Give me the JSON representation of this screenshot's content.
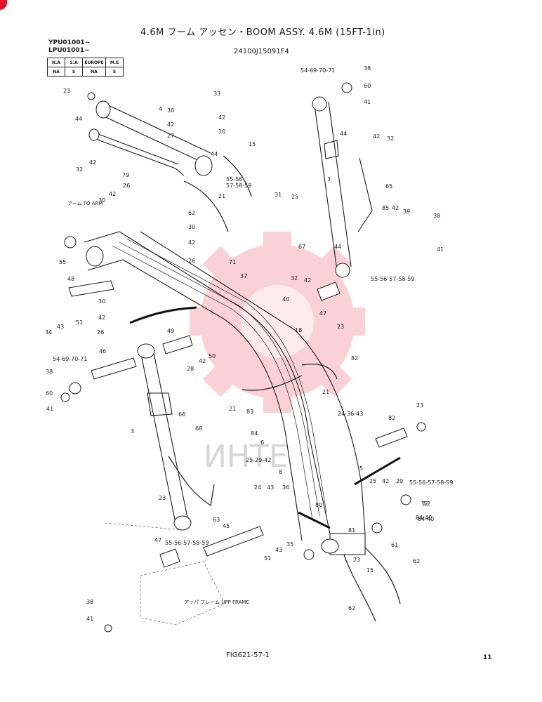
{
  "header": {
    "title": "4.6M フーム アッセン・BOOM ASSY. 4.6M (15FT-1in)",
    "part_number": "24100J15091F4",
    "serials": [
      "YPU01001~",
      "LPU01001~"
    ]
  },
  "region_table": {
    "headers": [
      "N.A",
      "S.A",
      "EUROPE",
      "M.E"
    ],
    "values": [
      "NA",
      "S",
      "NA",
      "S"
    ]
  },
  "notes": {
    "to_arm": "アーム TO ARM",
    "upper_frame": "アッパ フレーム UPP FRAME"
  },
  "watermark": "ИНТЕ",
  "footer": {
    "figure": "FIG621-57-1",
    "page": "11"
  },
  "callouts": [
    {
      "n": "23"
    },
    {
      "n": "33"
    },
    {
      "n": "4"
    },
    {
      "n": "30"
    },
    {
      "n": "42"
    },
    {
      "n": "44"
    },
    {
      "n": "42"
    },
    {
      "n": "27"
    },
    {
      "n": "10"
    },
    {
      "n": "44"
    },
    {
      "n": "15"
    },
    {
      "n": "32"
    },
    {
      "n": "42"
    },
    {
      "n": "79"
    },
    {
      "n": "55-56\n57-58-59"
    },
    {
      "n": "21"
    },
    {
      "n": "62"
    },
    {
      "n": "26"
    },
    {
      "n": "42"
    },
    {
      "n": "30"
    },
    {
      "n": "30"
    },
    {
      "n": "42"
    },
    {
      "n": "55"
    },
    {
      "n": "26"
    },
    {
      "n": "48"
    },
    {
      "n": "71"
    },
    {
      "n": "37"
    },
    {
      "n": "34"
    },
    {
      "n": "43"
    },
    {
      "n": "51"
    },
    {
      "n": "30"
    },
    {
      "n": "42"
    },
    {
      "n": "26"
    },
    {
      "n": "46"
    },
    {
      "n": "54-69-70-71"
    },
    {
      "n": "38"
    },
    {
      "n": "60"
    },
    {
      "n": "41"
    },
    {
      "n": "49"
    },
    {
      "n": "42"
    },
    {
      "n": "28"
    },
    {
      "n": "50"
    },
    {
      "n": "21"
    },
    {
      "n": "83"
    },
    {
      "n": "18"
    },
    {
      "n": "40"
    },
    {
      "n": "3"
    },
    {
      "n": "66"
    },
    {
      "n": "68"
    },
    {
      "n": "23"
    },
    {
      "n": "47"
    },
    {
      "n": "55-56-57-58-59"
    },
    {
      "n": "63"
    },
    {
      "n": "45"
    },
    {
      "n": "24"
    },
    {
      "n": "43"
    },
    {
      "n": "36"
    },
    {
      "n": "51"
    },
    {
      "n": "43"
    },
    {
      "n": "35"
    },
    {
      "n": "52"
    },
    {
      "n": "84-40"
    },
    {
      "n": "38"
    },
    {
      "n": "41"
    },
    {
      "n": "54-69-70-71"
    },
    {
      "n": "38"
    },
    {
      "n": "60"
    },
    {
      "n": "41"
    },
    {
      "n": "44"
    },
    {
      "n": "42"
    },
    {
      "n": "32"
    },
    {
      "n": "3"
    },
    {
      "n": "65"
    },
    {
      "n": "31"
    },
    {
      "n": "25"
    },
    {
      "n": "85"
    },
    {
      "n": "42"
    },
    {
      "n": "39"
    },
    {
      "n": "38"
    },
    {
      "n": "41"
    },
    {
      "n": "67"
    },
    {
      "n": "44"
    },
    {
      "n": "32"
    },
    {
      "n": "42"
    },
    {
      "n": "55-56-57-58-59"
    },
    {
      "n": "47"
    },
    {
      "n": "23"
    },
    {
      "n": "82"
    },
    {
      "n": "21"
    },
    {
      "n": "24-36-43"
    },
    {
      "n": "84"
    },
    {
      "n": "6"
    },
    {
      "n": "25-29-42"
    },
    {
      "n": "82"
    },
    {
      "n": "23"
    },
    {
      "n": "5"
    },
    {
      "n": "8"
    },
    {
      "n": "25"
    },
    {
      "n": "42"
    },
    {
      "n": "29"
    },
    {
      "n": "55-56-57-58-59"
    },
    {
      "n": "52"
    },
    {
      "n": "80"
    },
    {
      "n": "81"
    },
    {
      "n": "84-40"
    },
    {
      "n": "61"
    },
    {
      "n": "23"
    },
    {
      "n": "15"
    },
    {
      "n": "62"
    },
    {
      "n": "62"
    }
  ]
}
